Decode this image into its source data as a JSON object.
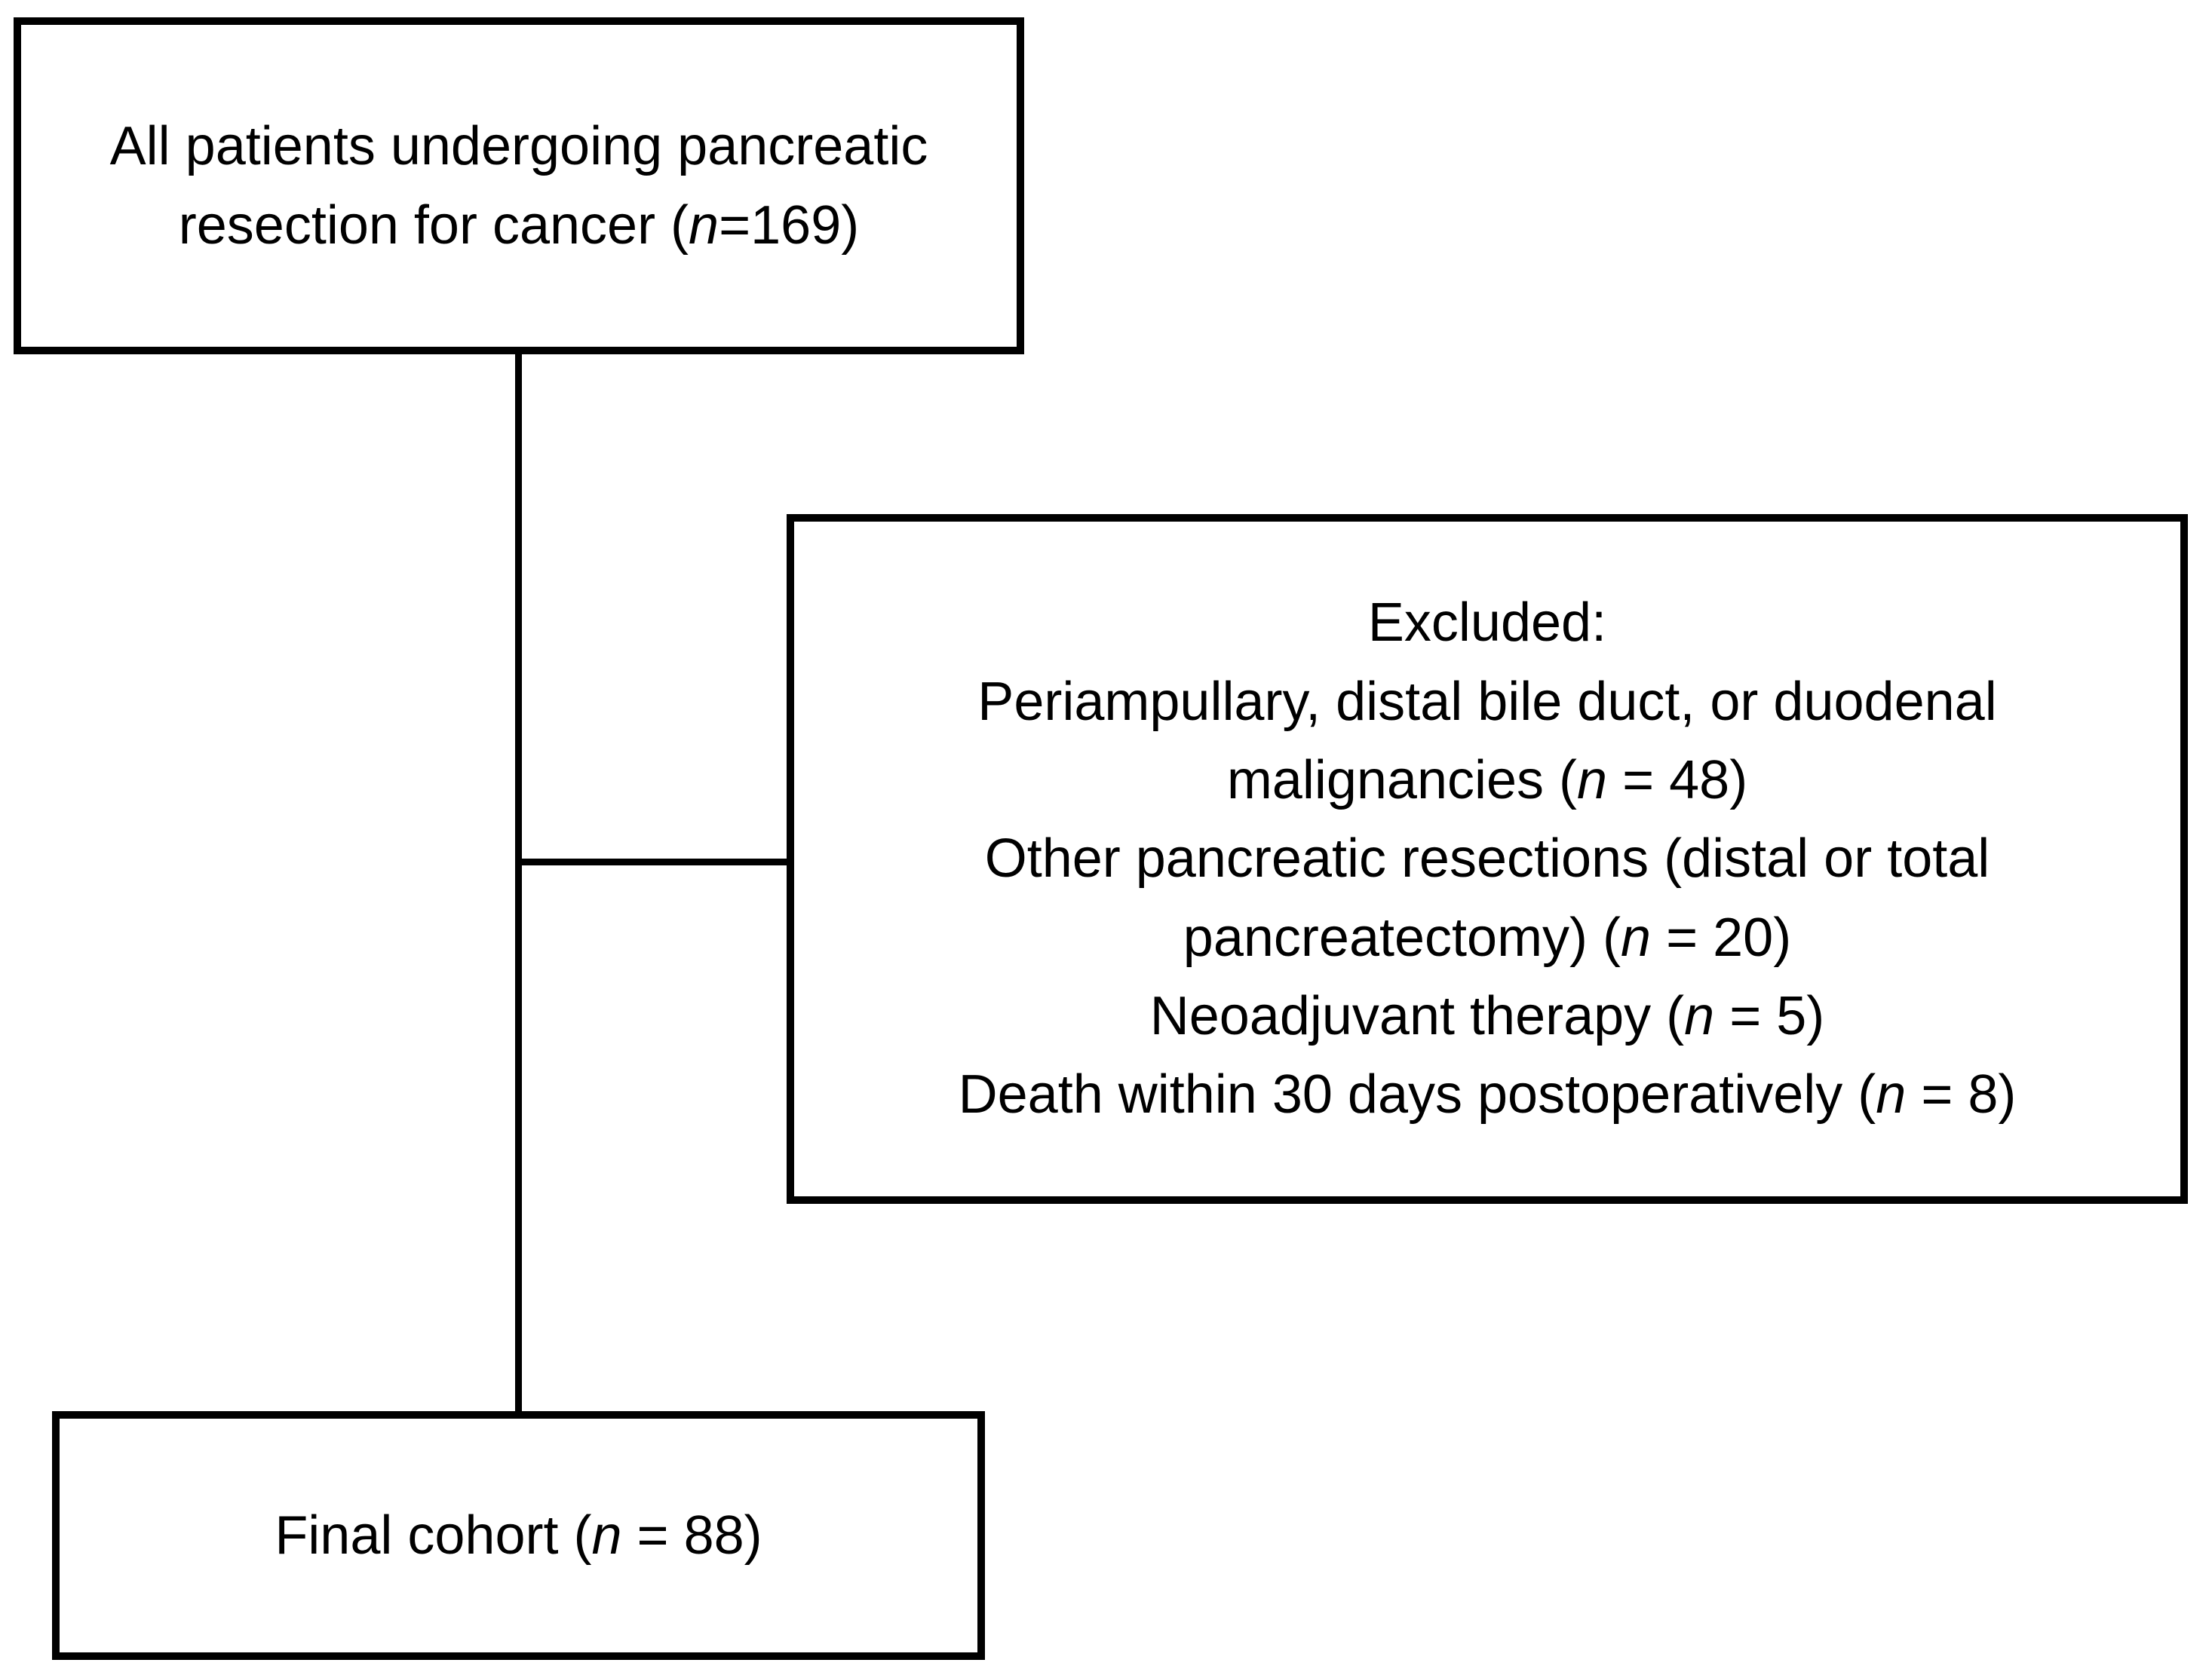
{
  "colors": {
    "line": "#000000",
    "background": "#ffffff",
    "text": "#000000"
  },
  "diagram": {
    "top_box": {
      "line1": "All patients undergoing pancreatic",
      "line2_prefix": "resection for cancer (",
      "n_italic": "n",
      "line2_suffix": "=169)",
      "n_value": 169
    },
    "excluded_box": {
      "title": "Excluded:",
      "items": [
        {
          "prefix": "Periampullary, distal bile duct, or duodenal\nmalignancies (",
          "n_italic": "n",
          "suffix": " = 48)",
          "n_value": 48
        },
        {
          "prefix": "Other pancreatic resections (distal or total\npancreatectomy) (",
          "n_italic": "n",
          "suffix": " = 20)",
          "n_value": 20
        },
        {
          "prefix": "Neoadjuvant therapy (",
          "n_italic": "n",
          "suffix": " = 5)",
          "n_value": 5
        },
        {
          "prefix": "Death within 30 days postoperatively (",
          "n_italic": "n",
          "suffix": " = 8)",
          "n_value": 8
        }
      ]
    },
    "final_box": {
      "prefix": "Final cohort (",
      "n_italic": "n",
      "suffix": " = 88)",
      "n_value": 88
    }
  }
}
